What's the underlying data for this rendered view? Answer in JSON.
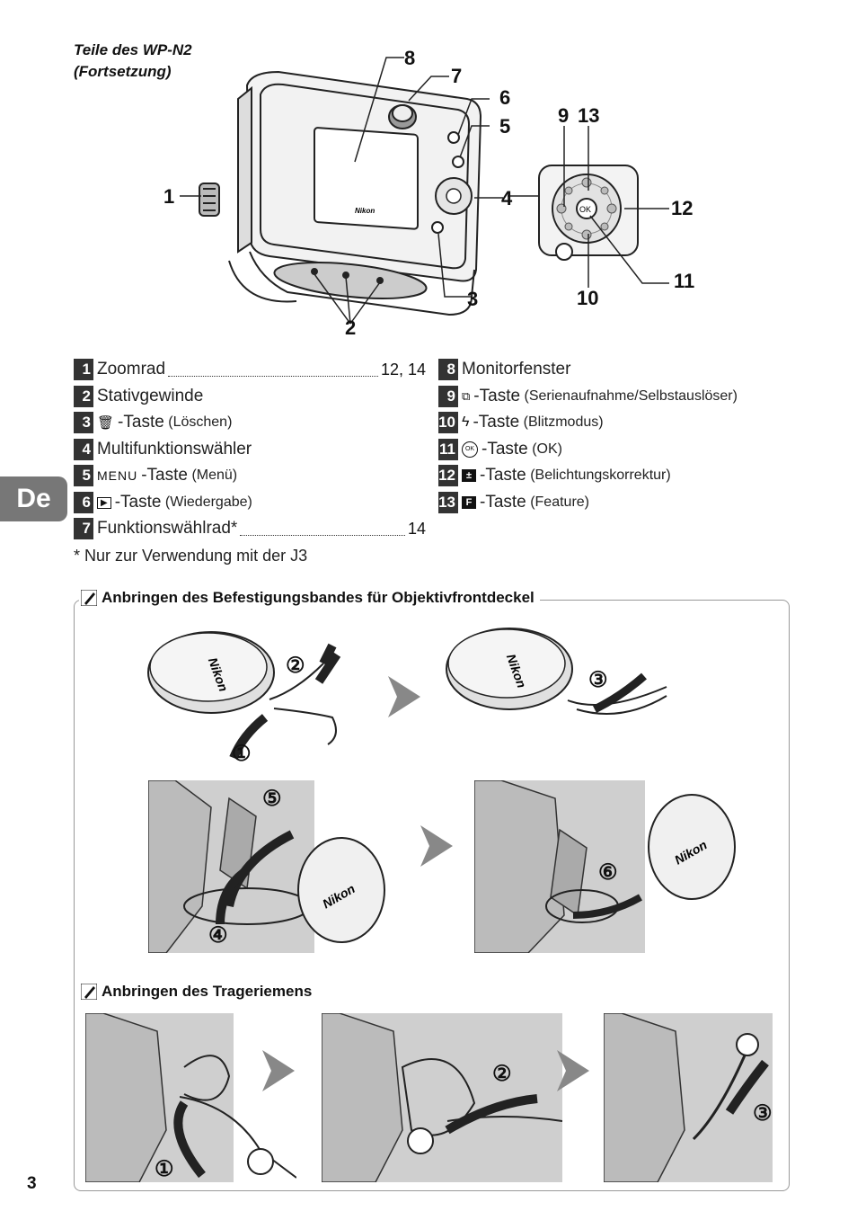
{
  "caption": {
    "line1": "Teile des WP-N2",
    "line2": "(Fortsetzung)"
  },
  "callouts": [
    "1",
    "2",
    "3",
    "4",
    "5",
    "6",
    "7",
    "8",
    "9",
    "13",
    "12",
    "11",
    "10"
  ],
  "camera_brand": "Nikon",
  "ok_label": "OK",
  "parts_left": [
    {
      "num": "1",
      "label": "Zoomrad",
      "page": "12, 14"
    },
    {
      "num": "2",
      "label": "Stativgewinde"
    },
    {
      "num": "3",
      "icon": "trash-icon",
      "label": "-Taste",
      "sub": "(Löschen)"
    },
    {
      "num": "4",
      "label": "Multifunktionswähler"
    },
    {
      "num": "5",
      "icon": "menu-icon",
      "icon_text": "MENU",
      "label": "-Taste",
      "sub": "(Menü)"
    },
    {
      "num": "6",
      "icon": "play-icon",
      "label": "-Taste",
      "sub": "(Wiedergabe)"
    },
    {
      "num": "7",
      "label": "Funktionswählrad*",
      "page": "14"
    }
  ],
  "parts_right": [
    {
      "num": "8",
      "label": "Monitorfenster"
    },
    {
      "num": "9",
      "icon": "continuous-selftimer-icon",
      "label": "-Taste",
      "sub": "(Serienaufnahme/Selbstauslöser)"
    },
    {
      "num": "10",
      "icon": "flash-icon",
      "label": "-Taste",
      "sub": "(Blitzmodus)"
    },
    {
      "num": "11",
      "icon": "ok-icon",
      "label": "-Taste",
      "sub": "(OK)"
    },
    {
      "num": "12",
      "icon": "exposure-comp-icon",
      "label": "-Taste",
      "sub": "(Belichtungskorrektur)"
    },
    {
      "num": "13",
      "icon": "feature-icon",
      "icon_text": "F",
      "label": "-Taste",
      "sub": "(Feature)"
    }
  ],
  "footnote": "* Nur zur Verwendung mit der J3",
  "side_tab": "De",
  "section1": {
    "title": "Anbringen des Befestigungsbandes für Objektivfrontdeckel",
    "steps": [
      "①",
      "②",
      "③",
      "④",
      "⑤",
      "⑥"
    ]
  },
  "section2": {
    "title": "Anbringen des Trageriemens",
    "steps": [
      "①",
      "②",
      "③"
    ]
  },
  "page_number": "3"
}
